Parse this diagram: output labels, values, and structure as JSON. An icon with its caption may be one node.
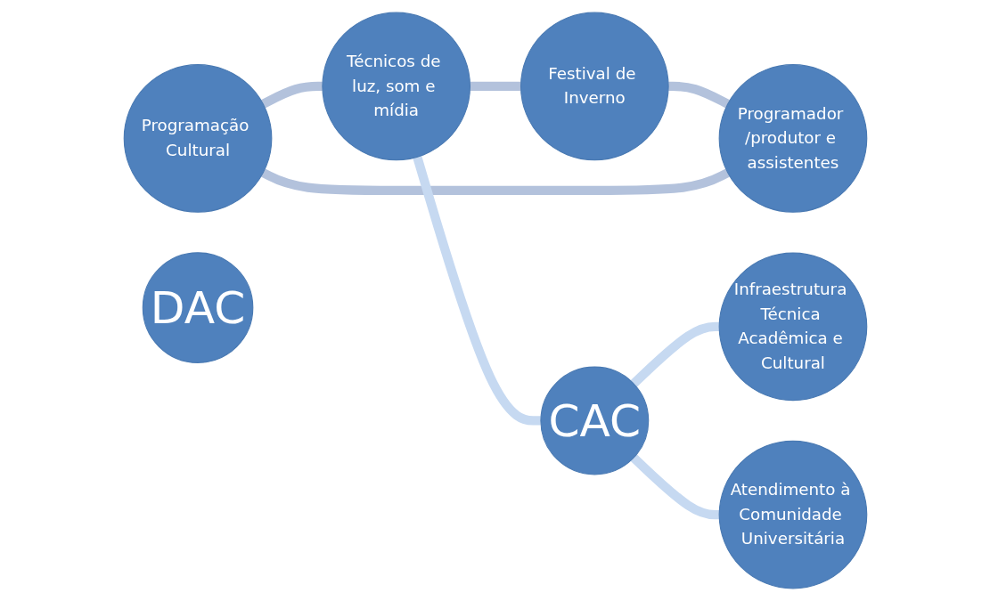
{
  "diagram": {
    "nodes": [
      {
        "text": [
          "Programação Cultural"
        ]
      },
      {
        "text": [
          "Infraestrutura Técnica Acadêmica e Cultural"
        ]
      },
      {
        "text": [
          "Programador /produtor e assistentes"
        ]
      },
      {
        "text": [
          "DAC"
        ]
      },
      {
        "text": [
          "Técnicos de luz, som e mídia"
        ]
      },
      {
        "text": [
          "CAC"
        ]
      },
      {
        "text": [
          "Atendimento à Comunidade Universitária"
        ]
      },
      {
        "text": [
          "Festival de Inverno"
        ]
      }
    ],
    "edges": [
      {
        "from": 0,
        "to": 4,
        "arrow": "none"
      },
      {
        "from": 4,
        "to": 7,
        "arrow": "none"
      },
      {
        "from": 7,
        "to": 2,
        "arrow": "none"
      },
      {
        "from": 2,
        "to": 0,
        "arrow": "none"
      },
      {
        "from": 4,
        "to": 5,
        "arrow": "none",
        "color": "#c6d9f1"
      },
      {
        "from": 5,
        "to": 1,
        "arrow": "none",
        "color": "#c6d9f1"
      },
      {
        "from": 5,
        "to": 6,
        "arrow": "none",
        "color": "#c6d9f1"
      }
    ]
  }
}
